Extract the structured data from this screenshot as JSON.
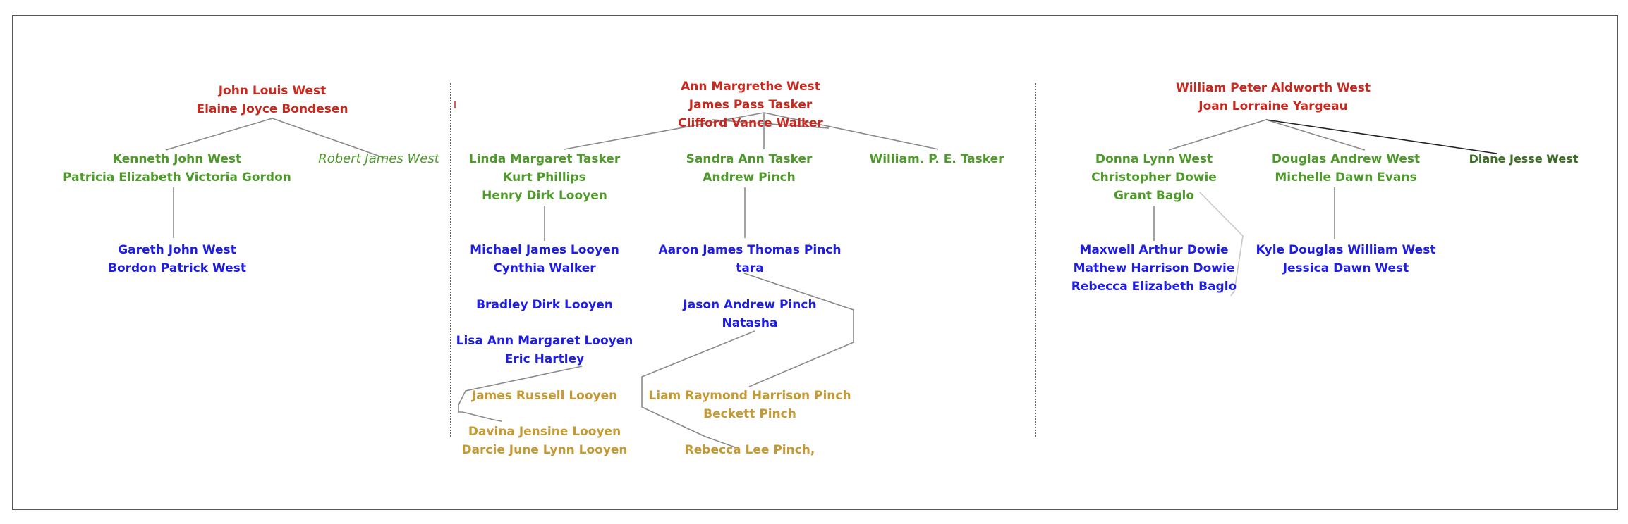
{
  "tree": {
    "branch1": {
      "root": [
        "John Louis West",
        "Elaine Joyce Bondesen"
      ],
      "child1": [
        "Kenneth John West",
        "Patricia Elizabeth Victoria Gordon"
      ],
      "child2": [
        "Robert James West"
      ],
      "grand1": [
        "Gareth John West",
        "Bordon Patrick West"
      ]
    },
    "branch2": {
      "root": [
        "Ann Margrethe West",
        "James Pass Tasker",
        "Clifford Vance Walker"
      ],
      "child1": [
        "Linda Margaret Tasker",
        "Kurt Phillips",
        "Henry Dirk Looyen"
      ],
      "child2": [
        "Sandra Ann Tasker",
        "Andrew Pinch"
      ],
      "child3": [
        "William. P. E. Tasker"
      ],
      "g_michael": [
        "Michael James Looyen",
        "Cynthia Walker"
      ],
      "g_bradley": [
        "Bradley Dirk Looyen"
      ],
      "g_lisa": [
        "Lisa Ann Margaret Looyen",
        "Eric Hartley"
      ],
      "g_aaron": [
        "Aaron James Thomas Pinch",
        "tara"
      ],
      "g_jason": [
        "Jason Andrew Pinch",
        "Natasha"
      ],
      "gg_james": [
        "James Russell Looyen"
      ],
      "gg_davina": [
        "Davina Jensine Looyen",
        "Darcie June Lynn Looyen"
      ],
      "gg_liam": [
        "Liam Raymond Harrison Pinch",
        "Beckett Pinch"
      ],
      "gg_rebecca": [
        "Rebecca Lee Pinch,"
      ]
    },
    "branch3": {
      "root": [
        "William Peter Aldworth West",
        "Joan Lorraine Yargeau"
      ],
      "child1": [
        "Donna Lynn West",
        "Christopher Dowie",
        "Grant Baglo"
      ],
      "child2": [
        "Douglas Andrew West",
        "Michelle Dawn Evans"
      ],
      "child3": [
        "Diane Jesse West"
      ],
      "g_dowie": [
        "Maxwell Arthur Dowie",
        "Mathew Harrison Dowie",
        "Rebecca Elizabeth Baglo"
      ],
      "g_kyle": [
        "Kyle Douglas William West",
        "Jessica Dawn West"
      ]
    }
  },
  "colors": {
    "generation0": "#c8281e",
    "generation1": "#4e9a2a",
    "generation2": "#1d1de6",
    "generation3": "#c59a32",
    "connector": "#8a8a8a"
  }
}
